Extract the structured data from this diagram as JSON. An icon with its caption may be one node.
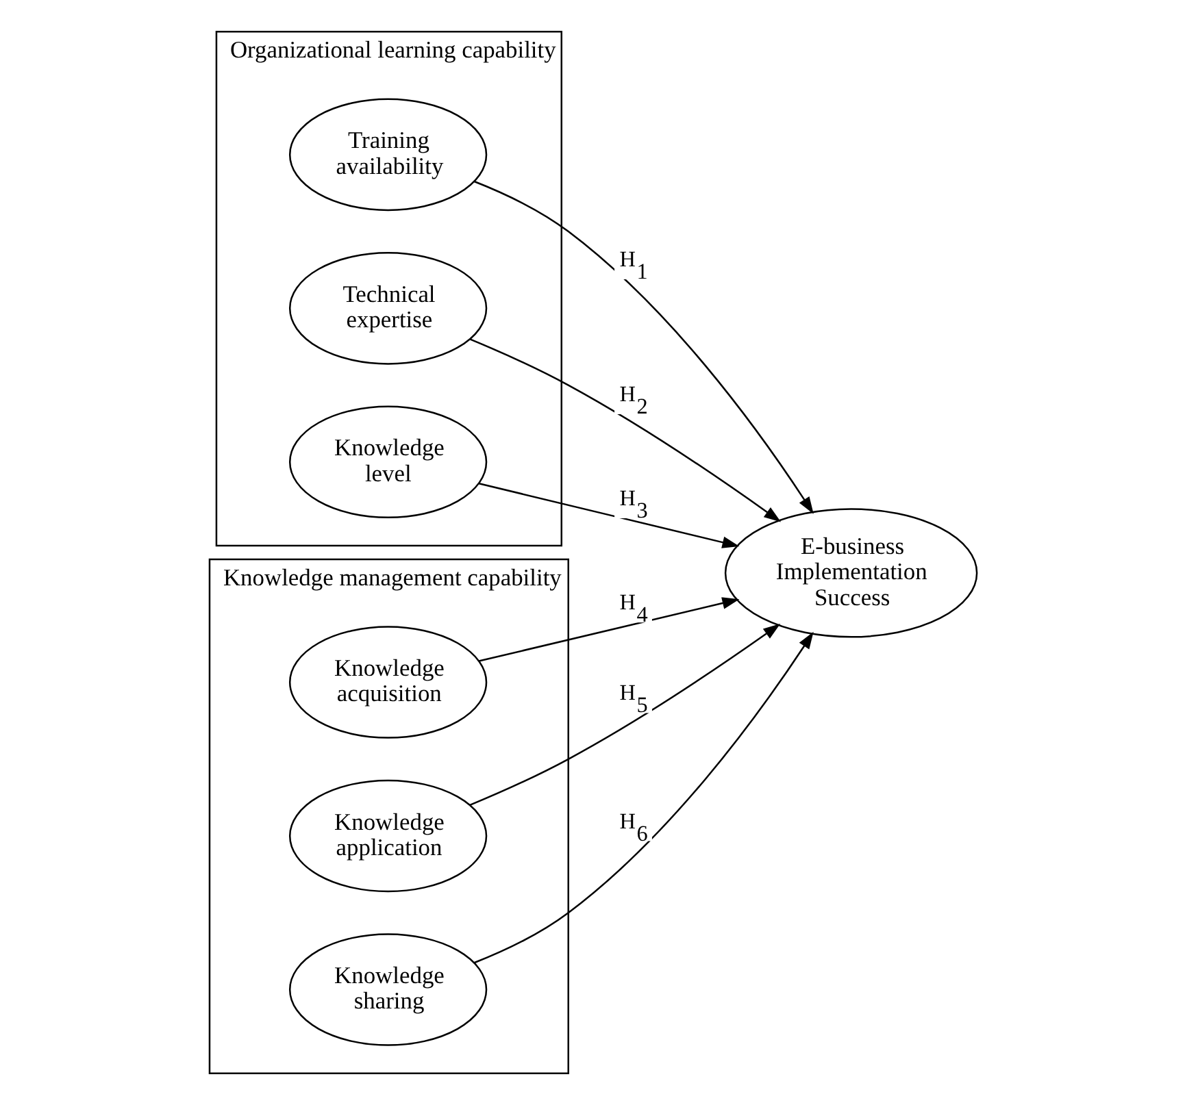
{
  "diagram": {
    "nodes": [
      {
        "text": [
          "Organizational learning capability"
        ]
      },
      {
        "text": [
          "Training availability"
        ],
        "in": 0
      },
      {
        "text": [
          "Technical expertise"
        ],
        "in": 0
      },
      {
        "text": [
          "Knowledge level"
        ],
        "in": 0
      },
      {
        "text": [
          "Knowledge management capability"
        ]
      },
      {
        "text": [
          "Knowledge acquisition"
        ],
        "in": 4
      },
      {
        "text": [
          "Knowledge application"
        ],
        "in": 4
      },
      {
        "text": [
          "Knowledge sharing"
        ],
        "in": 4
      },
      {
        "text": [
          "E-business Implementation Success"
        ]
      }
    ],
    "edges": [
      {
        "from": 1,
        "to": 8,
        "arrow": "to",
        "label": "H$_{1}$"
      },
      {
        "from": 2,
        "to": 8,
        "arrow": "to",
        "label": "H$_{2}$"
      },
      {
        "from": 3,
        "to": 8,
        "arrow": "to",
        "label": "H$_{3}$"
      },
      {
        "from": 5,
        "to": 8,
        "arrow": "to",
        "label": "H$_{4}$"
      },
      {
        "from": 6,
        "to": 8,
        "arrow": "to",
        "label": "H$_{5}$"
      },
      {
        "from": 7,
        "to": 8,
        "arrow": "to",
        "label": "H$_{6}$"
      }
    ]
  }
}
